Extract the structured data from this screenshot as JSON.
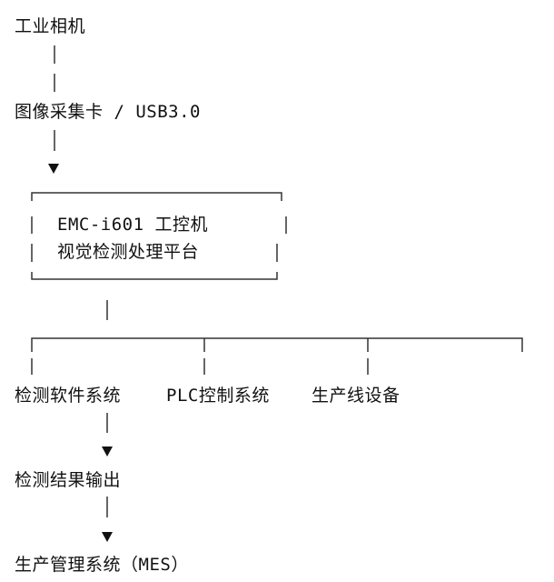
{
  "nodes": {
    "camera": "工业相机",
    "capture_card": "图像采集卡 / USB3.0",
    "ipc_line1": "EMC-i601 工控机",
    "ipc_line2": "视觉检测处理平台",
    "inspection_software": "检测软件系统",
    "plc_system": "PLC控制系统",
    "production_equipment": "生产线设备",
    "result_output": "检测结果输出",
    "mes": "生产管理系统（MES）"
  },
  "colors": {
    "text": "#111111",
    "line": "#333333",
    "background": "#ffffff"
  }
}
